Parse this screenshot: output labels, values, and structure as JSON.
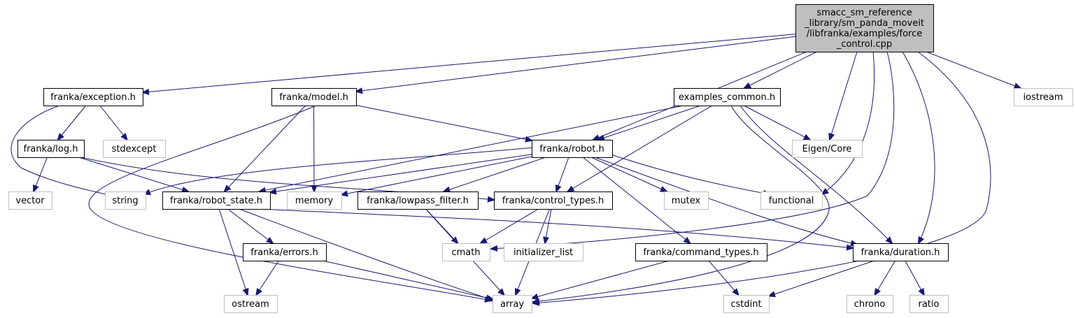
{
  "graph": {
    "root": {
      "id": "root",
      "lines": [
        "smacc_sm_reference",
        "_library/sm_panda_moveit",
        "/libfranka/examples/force",
        "_control.cpp"
      ]
    },
    "nodes": [
      {
        "id": "exception",
        "label": "franka/exception.h",
        "kind": "documented"
      },
      {
        "id": "model",
        "label": "franka/model.h",
        "kind": "documented"
      },
      {
        "id": "examples_common",
        "label": "examples_common.h",
        "kind": "documented"
      },
      {
        "id": "iostream",
        "label": "iostream",
        "kind": "system"
      },
      {
        "id": "log",
        "label": "franka/log.h",
        "kind": "documented"
      },
      {
        "id": "stdexcept",
        "label": "stdexcept",
        "kind": "system"
      },
      {
        "id": "robot",
        "label": "franka/robot.h",
        "kind": "documented"
      },
      {
        "id": "eigen_core",
        "label": "Eigen/Core",
        "kind": "system"
      },
      {
        "id": "vector",
        "label": "vector",
        "kind": "system"
      },
      {
        "id": "string",
        "label": "string",
        "kind": "system"
      },
      {
        "id": "robot_state",
        "label": "franka/robot_state.h",
        "kind": "documented"
      },
      {
        "id": "memory",
        "label": "memory",
        "kind": "system"
      },
      {
        "id": "lowpass_filter",
        "label": "franka/lowpass_filter.h",
        "kind": "documented"
      },
      {
        "id": "control_types",
        "label": "franka/control_types.h",
        "kind": "documented"
      },
      {
        "id": "mutex",
        "label": "mutex",
        "kind": "system"
      },
      {
        "id": "functional",
        "label": "functional",
        "kind": "system"
      },
      {
        "id": "errors",
        "label": "franka/errors.h",
        "kind": "documented"
      },
      {
        "id": "cmath",
        "label": "cmath",
        "kind": "system"
      },
      {
        "id": "initializer_list",
        "label": "initializer_list",
        "kind": "system"
      },
      {
        "id": "command_types",
        "label": "franka/command_types.h",
        "kind": "documented"
      },
      {
        "id": "duration",
        "label": "franka/duration.h",
        "kind": "documented"
      },
      {
        "id": "ostream",
        "label": "ostream",
        "kind": "system"
      },
      {
        "id": "array",
        "label": "array",
        "kind": "system"
      },
      {
        "id": "cstdint",
        "label": "cstdint",
        "kind": "system"
      },
      {
        "id": "chrono",
        "label": "chrono",
        "kind": "system"
      },
      {
        "id": "ratio",
        "label": "ratio",
        "kind": "system"
      }
    ],
    "edges": [
      [
        "root",
        "exception"
      ],
      [
        "root",
        "model"
      ],
      [
        "root",
        "examples_common"
      ],
      [
        "root",
        "iostream"
      ],
      [
        "root",
        "robot"
      ],
      [
        "root",
        "eigen_core"
      ],
      [
        "root",
        "functional"
      ],
      [
        "root",
        "cmath"
      ],
      [
        "root",
        "duration"
      ],
      [
        "root",
        "array"
      ],
      [
        "exception",
        "log"
      ],
      [
        "exception",
        "stdexcept"
      ],
      [
        "exception",
        "string"
      ],
      [
        "log",
        "vector"
      ],
      [
        "log",
        "robot_state"
      ],
      [
        "log",
        "control_types"
      ],
      [
        "model",
        "robot"
      ],
      [
        "model",
        "robot_state"
      ],
      [
        "model",
        "memory"
      ],
      [
        "model",
        "array"
      ],
      [
        "examples_common",
        "robot"
      ],
      [
        "examples_common",
        "eigen_core"
      ],
      [
        "examples_common",
        "robot_state"
      ],
      [
        "examples_common",
        "control_types"
      ],
      [
        "examples_common",
        "duration"
      ],
      [
        "examples_common",
        "array"
      ],
      [
        "robot",
        "string"
      ],
      [
        "robot",
        "robot_state"
      ],
      [
        "robot",
        "memory"
      ],
      [
        "robot",
        "lowpass_filter"
      ],
      [
        "robot",
        "control_types"
      ],
      [
        "robot",
        "mutex"
      ],
      [
        "robot",
        "functional"
      ],
      [
        "robot",
        "command_types"
      ],
      [
        "robot",
        "duration"
      ],
      [
        "robot_state",
        "errors"
      ],
      [
        "robot_state",
        "ostream"
      ],
      [
        "robot_state",
        "array"
      ],
      [
        "robot_state",
        "duration"
      ],
      [
        "errors",
        "ostream"
      ],
      [
        "errors",
        "array"
      ],
      [
        "lowpass_filter",
        "cmath"
      ],
      [
        "lowpass_filter",
        "array"
      ],
      [
        "control_types",
        "cmath"
      ],
      [
        "control_types",
        "initializer_list"
      ],
      [
        "control_types",
        "array"
      ],
      [
        "command_types",
        "array"
      ],
      [
        "command_types",
        "cstdint"
      ],
      [
        "duration",
        "cstdint"
      ],
      [
        "duration",
        "chrono"
      ],
      [
        "duration",
        "ratio"
      ]
    ],
    "colors": {
      "root_fill": "#bfbfbf",
      "documented_fill": "#ffffff",
      "documented_border": "#000000",
      "system_border": "#bfbfbf",
      "system_text": "#000000",
      "edge": "#191970"
    }
  }
}
